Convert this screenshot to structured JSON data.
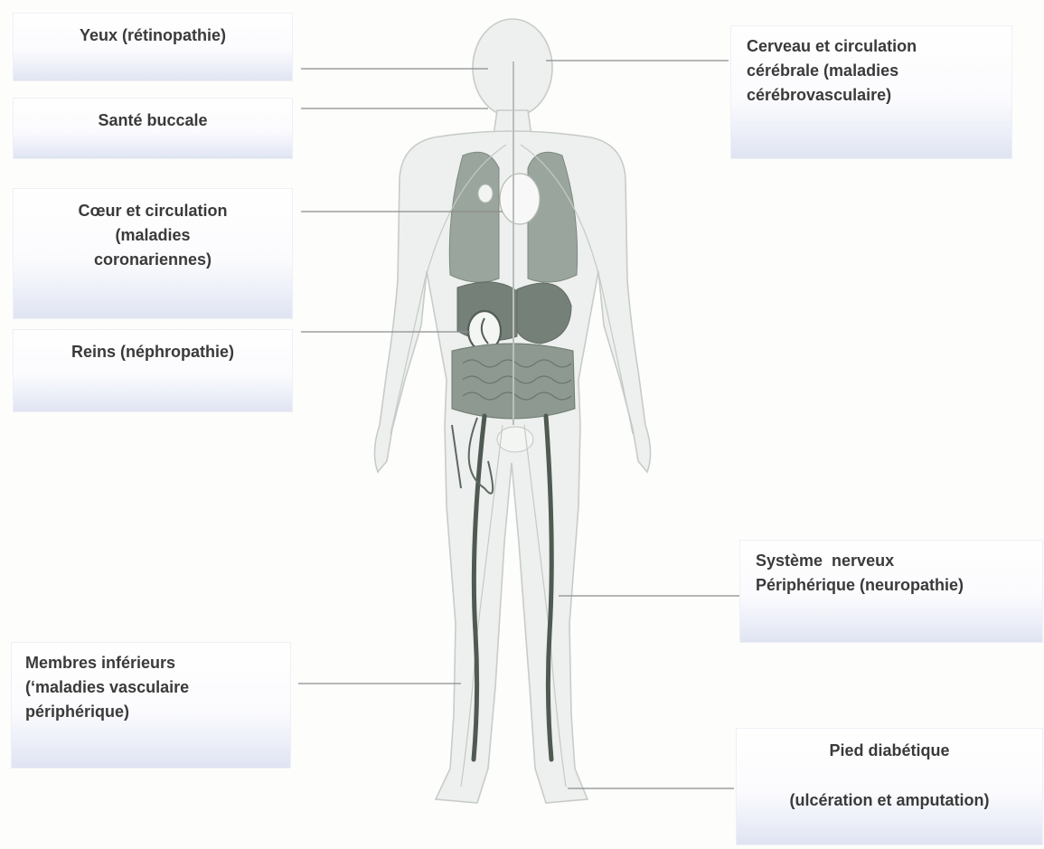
{
  "labels": {
    "yeux": [
      "Yeux (rétinopathie)"
    ],
    "sante_buccale": [
      "Santé buccale"
    ],
    "coeur": [
      "Cœur et circulation",
      "(maladies",
      "coronariennes)"
    ],
    "reins": [
      "Reins (néphropathie)"
    ],
    "membres": [
      "Membres inférieurs",
      "(‘maladies vasculaire",
      "périphérique)"
    ],
    "cerveau": [
      "Cerveau et circulation",
      "cérébrale (maladies",
      "cérébrovasculaire)"
    ],
    "systeme_nerveux": [
      "Système  nerveux",
      "Périphérique (neuropathie)"
    ],
    "pied": [
      "Pied diabétique",
      "(ulcération et amputation)"
    ]
  },
  "colors": {
    "figure_fill": "#ecefed",
    "figure_outline": "#c9cdca",
    "organ_dark": "#758079",
    "organ_mid": "#9aa59d",
    "vessel_dark": "#4f5a53",
    "connector": "#8d8d8d",
    "box_shade": "#dfe3f2"
  }
}
